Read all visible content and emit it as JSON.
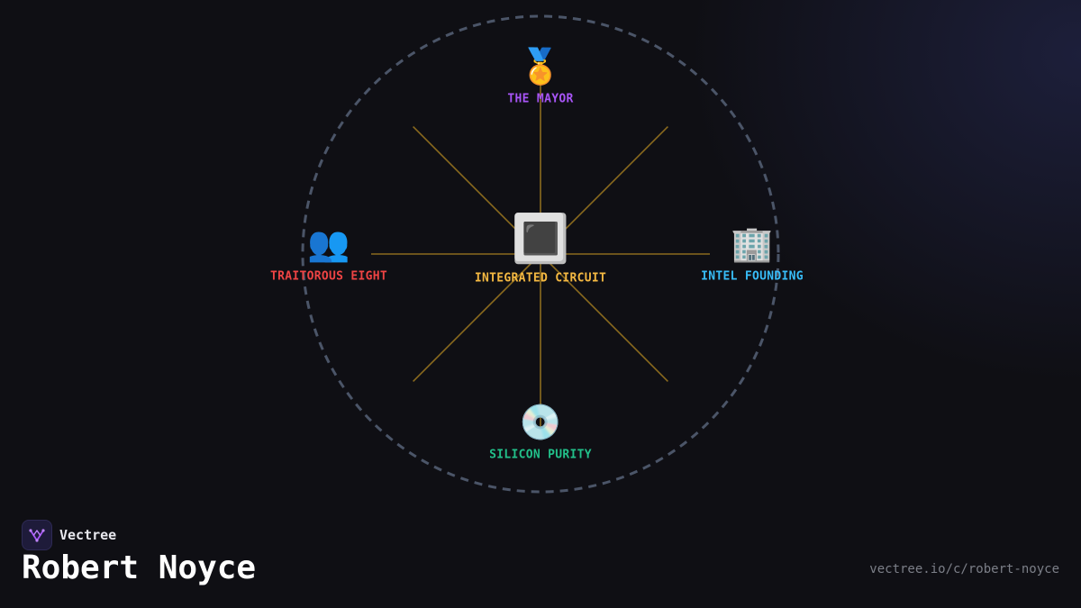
{
  "diagram": {
    "center": {
      "label": "INTEGRATED CIRCUIT",
      "icon": "chip-icon",
      "glyph": "🔳",
      "color": "#f5b942"
    },
    "nodes": [
      {
        "id": "the-mayor",
        "label": "THE MAYOR",
        "icon": "medal-icon",
        "glyph": "🏅",
        "color": "#a855f7"
      },
      {
        "id": "intel-founding",
        "label": "INTEL FOUNDING",
        "icon": "office-building-icon",
        "glyph": "🏢",
        "color": "#38bdf8"
      },
      {
        "id": "silicon-purity",
        "label": "SILICON PURITY",
        "icon": "disc-icon",
        "glyph": "💿",
        "color": "#22c08a"
      },
      {
        "id": "traitorous-eight",
        "label": "TRAITOROUS EIGHT",
        "icon": "people-icon",
        "glyph": "👥",
        "color": "#ef4444"
      }
    ],
    "spoke_color": "#8a6a1e",
    "ring_color": "#4b5568"
  },
  "brand": {
    "name": "Vectree",
    "logo_icon": "vectree-logo-icon"
  },
  "footer": {
    "title": "Robert Noyce",
    "url": "vectree.io/c/robert-noyce"
  }
}
